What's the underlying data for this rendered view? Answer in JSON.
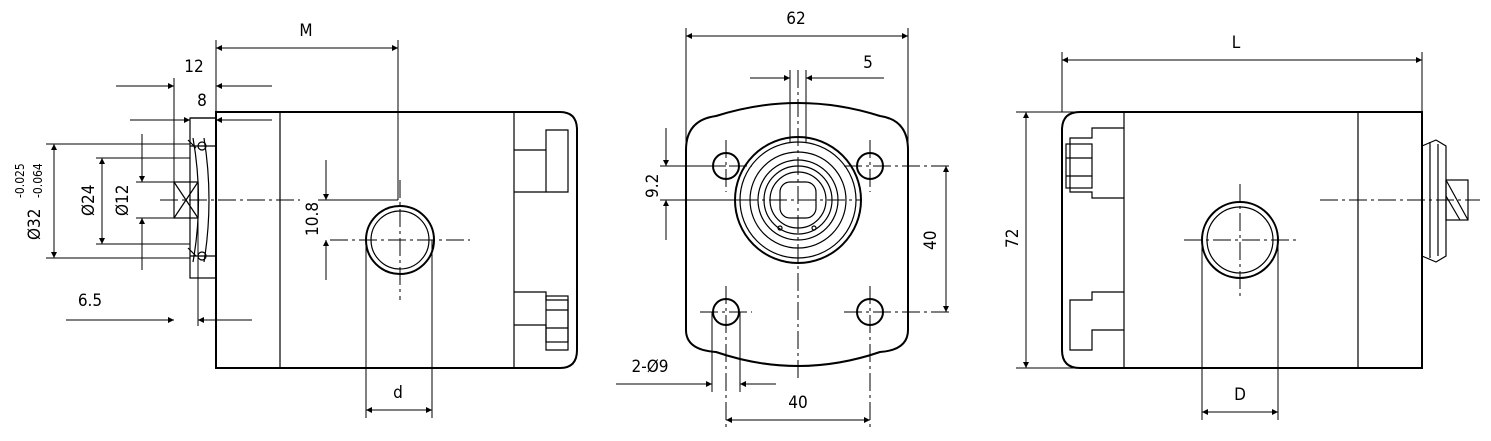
{
  "left_view": {
    "dim_M": "M",
    "dim_12": "12",
    "dim_8": "8",
    "dim_6_5": "6.5",
    "dim_10_8": "10.8",
    "dim_d": "d",
    "dia_24": "Ø24",
    "dia_12": "Ø12",
    "dia_32": "Ø32",
    "tol_upper": "-0.025",
    "tol_lower": "-0.064"
  },
  "front_view": {
    "dim_62": "62",
    "dim_5": "5",
    "dim_9_2": "9.2",
    "dim_40_vertical": "40",
    "dim_40_horizontal": "40",
    "holes": "2-Ø9"
  },
  "right_view": {
    "dim_L": "L",
    "dim_72": "72",
    "dim_D": "D"
  }
}
